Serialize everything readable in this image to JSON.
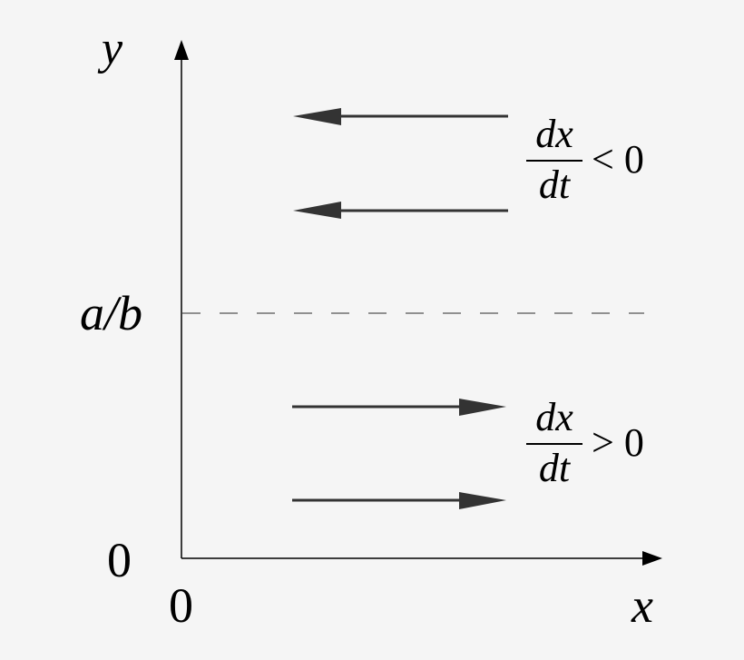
{
  "diagram": {
    "axes": {
      "x_label": "x",
      "y_label": "y",
      "x_origin_label": "0",
      "y_origin_label": "0",
      "threshold_label": "a/b"
    },
    "regions": [
      {
        "name": "above",
        "numerator": "dx",
        "denominator": "dt",
        "relation": "< 0",
        "arrow_direction": "left",
        "arrow_count": 2
      },
      {
        "name": "below",
        "numerator": "dx",
        "denominator": "dt",
        "relation": "> 0",
        "arrow_direction": "right",
        "arrow_count": 2
      }
    ],
    "colors": {
      "background": "#f5f5f5",
      "axis": "#000000",
      "arrow": "#333333",
      "dashed": "#555555"
    }
  }
}
